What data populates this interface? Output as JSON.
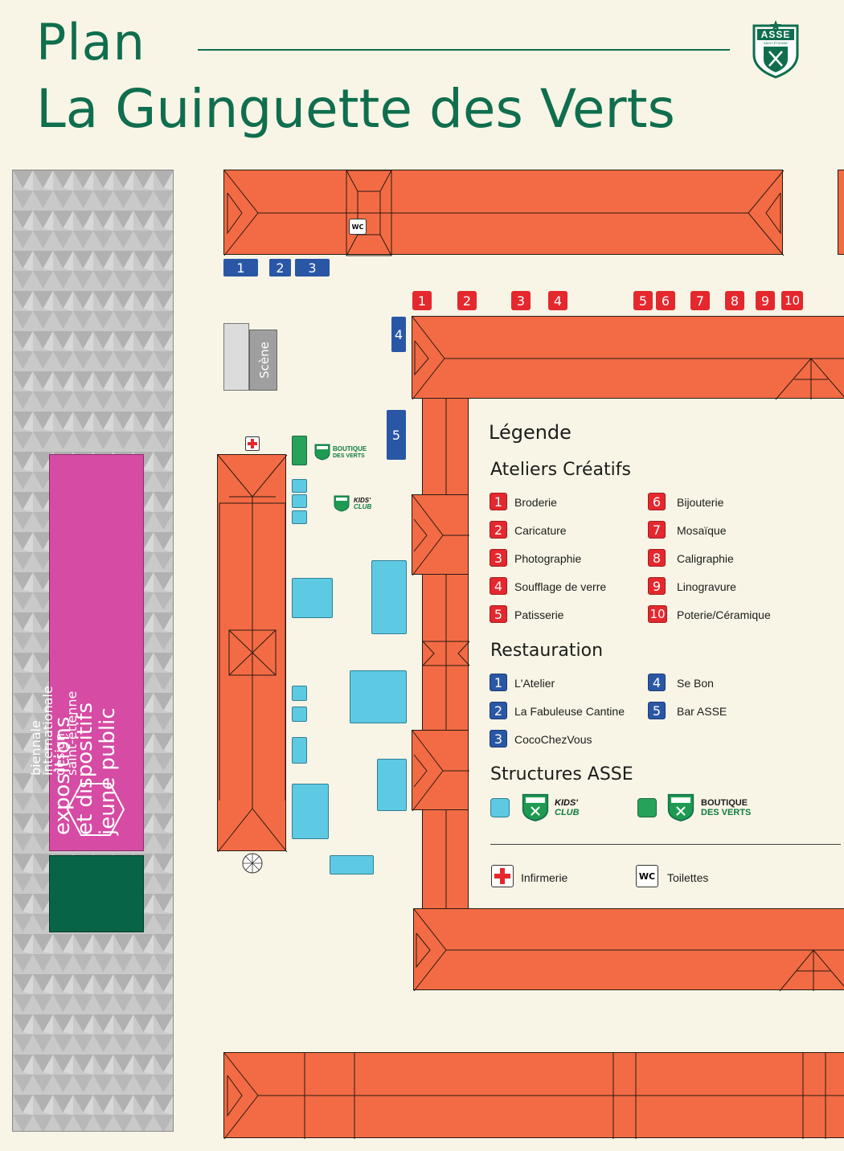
{
  "header": {
    "title_line1": "Plan",
    "title_line2": "La Guinguette des Verts",
    "logo_text": "ASSE",
    "logo_subtext": "SAINT-ÉTIENNE"
  },
  "colors": {
    "brand_green": "#0f6e4e",
    "building_orange": "#f26b44",
    "atelier_red": "#e4282e",
    "restauration_blue": "#2a57a5",
    "kids_club_cyan": "#5ec9e2",
    "boutique_green": "#27a25a",
    "biennale_magenta": "#d64ba3",
    "background": "#f8f5e6"
  },
  "map": {
    "stage_label": "Scène",
    "wc_label": "WC",
    "biennale_banner": {
      "line1": "expositions",
      "line2": "et dispositifs",
      "line3": "jeune public",
      "org1": "biennale",
      "org2": "internationale",
      "org3": "design",
      "org4": "saint-étienne"
    },
    "restaurant_markers": [
      "1",
      "2",
      "3",
      "4",
      "5"
    ],
    "atelier_markers": [
      "1",
      "2",
      "3",
      "4",
      "5",
      "6",
      "7",
      "8",
      "9",
      "10"
    ],
    "boutique_label_1": "BOUTIQUE",
    "boutique_label_2": "DES VERTS",
    "kids_label_1": "KIDS'",
    "kids_label_2": "CLUB"
  },
  "legend": {
    "title": "Légende",
    "ateliers": {
      "heading": "Ateliers Créatifs",
      "items": [
        {
          "num": "1",
          "label": "Broderie"
        },
        {
          "num": "2",
          "label": "Caricature"
        },
        {
          "num": "3",
          "label": "Photographie"
        },
        {
          "num": "4",
          "label": "Soufflage de verre"
        },
        {
          "num": "5",
          "label": "Patisserie"
        },
        {
          "num": "6",
          "label": "Bijouterie"
        },
        {
          "num": "7",
          "label": "Mosaïque"
        },
        {
          "num": "8",
          "label": "Caligraphie"
        },
        {
          "num": "9",
          "label": "Linogravure"
        },
        {
          "num": "10",
          "label": "Poterie/Céramique"
        }
      ]
    },
    "restauration": {
      "heading": "Restauration",
      "items": [
        {
          "num": "1",
          "label": "L'Atelier"
        },
        {
          "num": "2",
          "label": "La Fabuleuse Cantine"
        },
        {
          "num": "3",
          "label": "CocoChezVous"
        },
        {
          "num": "4",
          "label": "Se Bon"
        },
        {
          "num": "5",
          "label": "Bar ASSE"
        }
      ]
    },
    "structures": {
      "heading": "Structures ASSE",
      "kids_1": "KIDS'",
      "kids_2": "CLUB",
      "boutique_1": "BOUTIQUE",
      "boutique_2": "DES VERTS"
    },
    "infirmerie": "Infirmerie",
    "toilettes": "Toilettes",
    "wc_icon": "WC"
  }
}
